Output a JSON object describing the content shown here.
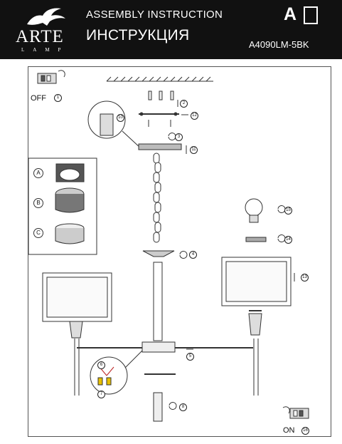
{
  "header": {
    "brand": "ARTE",
    "brand_sub": "LAMP",
    "title_en": "ASSEMBLY INSTRUCTION",
    "title_ru": "ИНСТРУКЦИЯ",
    "model": "A4090LM-5BK",
    "brand_mark": "A"
  },
  "labels": {
    "off": "OFF",
    "on": "ON"
  },
  "steps": [
    "1",
    "2",
    "3",
    "4",
    "5",
    "6",
    "7",
    "8",
    "10",
    "11",
    "12",
    "13",
    "14",
    "15",
    "16"
  ],
  "variants": [
    "A",
    "B",
    "C"
  ],
  "colors": {
    "header_bg": "#111111",
    "line": "#333333"
  },
  "icons": [
    "arte-griffin-logo-icon",
    "switch-box-icon",
    "bulb-icon",
    "rotate-arrow-icon",
    "screw-icon"
  ]
}
